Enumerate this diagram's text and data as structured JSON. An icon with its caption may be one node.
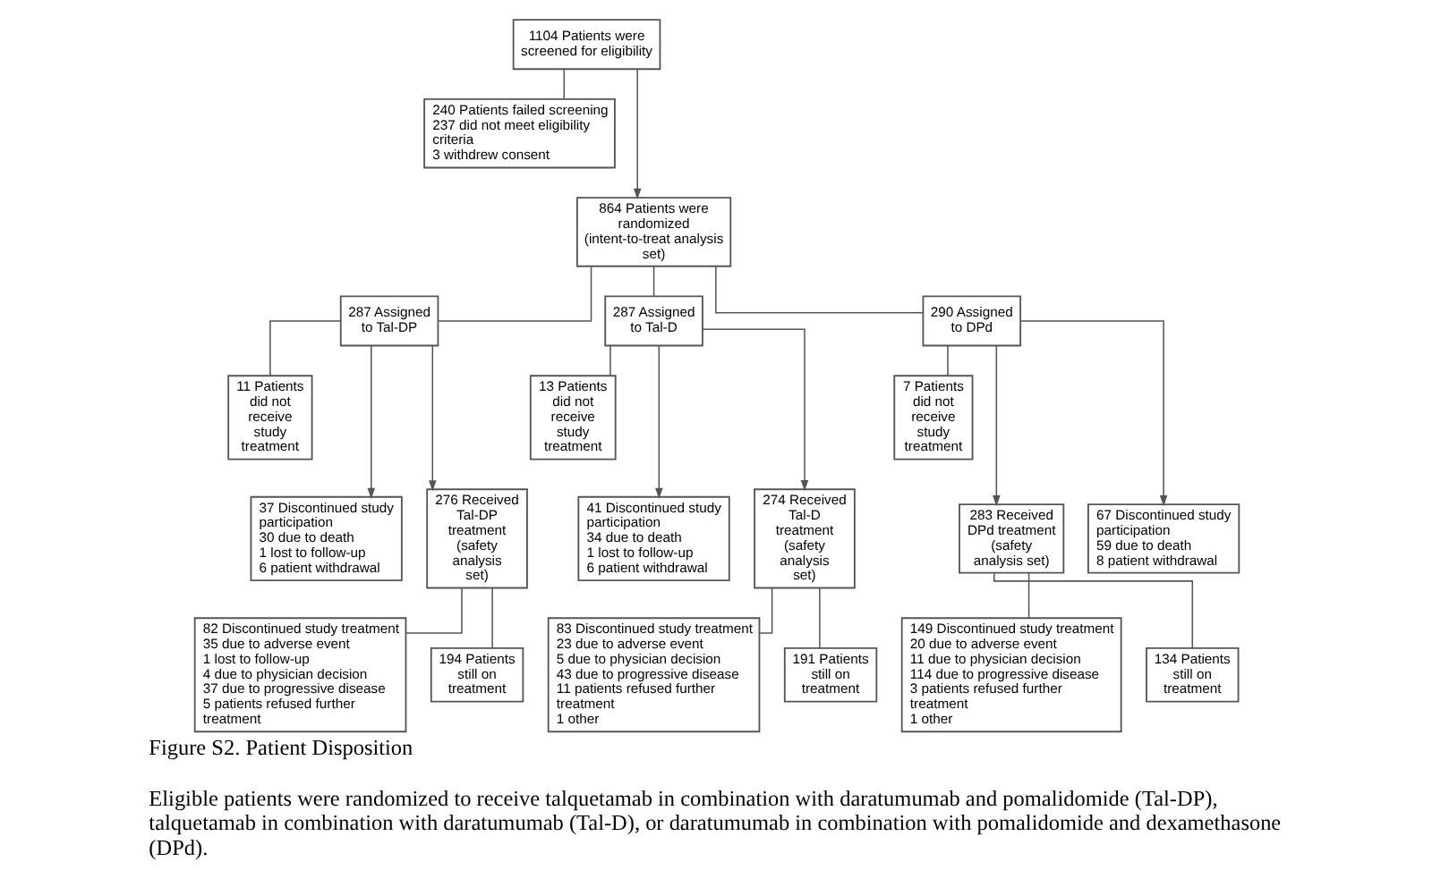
{
  "diagram": {
    "title": "Figure S2. Patient Disposition",
    "caption": "Eligible patients were randomized to receive talquetamab in combination with daratumumab and pomalidomide (Tal-DP), talquetamab in combination with daratumumab (Tal-D), or daratumumab in combination with pomalidomide and dexamethasone (DPd).",
    "nodes": [
      {
        "text": [
          "1104 Patients were screened for eligibility"
        ]
      },
      {
        "text": [
          "240 Patients failed screening",
          "237 did not meet eligibility criteria",
          "3 withdrew consent"
        ]
      },
      {
        "text": [
          "864 Patients were randomized (intent-to-treat analysis set)"
        ]
      },
      {
        "text": [
          "287 Assigned to Tal-DP"
        ]
      },
      {
        "text": [
          "287 Assigned to Tal-D"
        ]
      },
      {
        "text": [
          "290 Assigned to DPd"
        ]
      },
      {
        "text": [
          "11 Patients did not receive study treatment"
        ]
      },
      {
        "text": [
          "37 Discontinued study participation",
          "30 due to death",
          "1 lost to follow-up",
          "6 patient withdrawal"
        ]
      },
      {
        "text": [
          "276 Received Tal-DP treatment (safety analysis set)"
        ]
      },
      {
        "text": [
          "82 Discontinued study treatment",
          "35 due to adverse event",
          "1 lost to follow-up",
          "4 due to physician decision",
          "37 due to progressive disease",
          "5 patients refused further treatment"
        ]
      },
      {
        "text": [
          "194 Patients still on treatment"
        ]
      },
      {
        "text": [
          "13 Patients did not receive study treatment"
        ]
      },
      {
        "text": [
          "41 Discontinued study participation",
          "34 due to death",
          "1 lost to follow-up",
          "6 patient withdrawal"
        ]
      },
      {
        "text": [
          "274 Received Tal-D treatment (safety analysis set)"
        ]
      },
      {
        "text": [
          "83 Discontinued study treatment",
          "23 due to adverse event",
          "5 due to physician decision",
          "43 due to progressive disease",
          "11 patients refused further treatment",
          "1 other"
        ]
      },
      {
        "text": [
          "191 Patients still on treatment"
        ]
      },
      {
        "text": [
          "7 Patients did not receive study treatment"
        ]
      },
      {
        "text": [
          "283 Received DPd treatment (safety analysis set)"
        ]
      },
      {
        "text": [
          "67 Discontinued study participation",
          "59 due to death",
          "8 patient withdrawal"
        ]
      },
      {
        "text": [
          "149 Discontinued study treatment",
          "20 due to adverse event",
          "11 due to physician decision",
          "114 due to progressive disease",
          "3 patients refused further treatment",
          "1 other"
        ]
      },
      {
        "text": [
          "134 Patients still on treatment"
        ]
      }
    ],
    "edges": [
      {
        "from": 0,
        "to": 2,
        "arrow": "to"
      },
      {
        "from": 0,
        "to": 1,
        "arrow": "none"
      },
      {
        "from": 2,
        "to": 3,
        "arrow": "none"
      },
      {
        "from": 2,
        "to": 4,
        "arrow": "none"
      },
      {
        "from": 2,
        "to": 5,
        "arrow": "none"
      },
      {
        "from": 3,
        "to": 7,
        "arrow": "to"
      },
      {
        "from": 3,
        "to": 6,
        "arrow": "none"
      },
      {
        "from": 3,
        "to": 8,
        "arrow": "to"
      },
      {
        "from": 8,
        "to": 9,
        "arrow": "none"
      },
      {
        "from": 8,
        "to": 10,
        "arrow": "none"
      },
      {
        "from": 4,
        "to": 12,
        "arrow": "to"
      },
      {
        "from": 4,
        "to": 11,
        "arrow": "none"
      },
      {
        "from": 4,
        "to": 13,
        "arrow": "to"
      },
      {
        "from": 13,
        "to": 14,
        "arrow": "none"
      },
      {
        "from": 13,
        "to": 15,
        "arrow": "none"
      },
      {
        "from": 5,
        "to": 16,
        "arrow": "none"
      },
      {
        "from": 5,
        "to": 17,
        "arrow": "to"
      },
      {
        "from": 5,
        "to": 18,
        "arrow": "to"
      },
      {
        "from": 17,
        "to": 19,
        "arrow": "none"
      },
      {
        "from": 17,
        "to": 20,
        "arrow": "none"
      }
    ]
  }
}
